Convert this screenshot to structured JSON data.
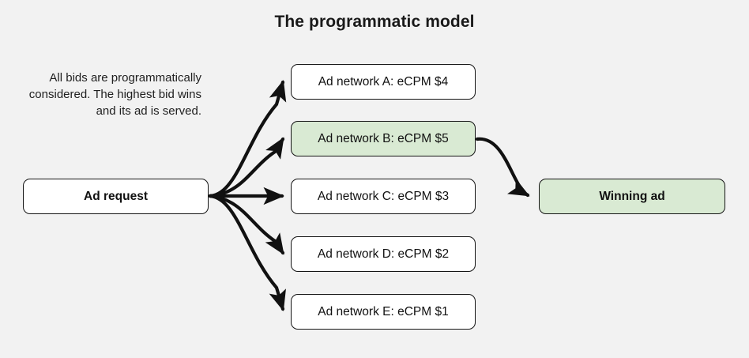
{
  "diagram": {
    "title": "The programmatic model",
    "background_color": "#f2f2f2",
    "caption": "All bids are programmatically considered. The highest bid wins and its ad is served.",
    "colors": {
      "node_fill": "#ffffff",
      "highlight_fill": "#d9ead3",
      "stroke": "#151515",
      "text": "#111111"
    },
    "nodes": {
      "ad_request": {
        "label": "Ad request",
        "fill": "#ffffff",
        "bold": true
      },
      "network_a": {
        "label": "Ad network A: eCPM $4",
        "fill": "#ffffff",
        "bold": false,
        "ecpm": 4
      },
      "network_b": {
        "label": "Ad network B: eCPM $5",
        "fill": "#d9ead3",
        "bold": false,
        "ecpm": 5
      },
      "network_c": {
        "label": "Ad network C: eCPM $3",
        "fill": "#ffffff",
        "bold": false,
        "ecpm": 3
      },
      "network_d": {
        "label": "Ad network D: eCPM $2",
        "fill": "#ffffff",
        "bold": false,
        "ecpm": 2
      },
      "network_e": {
        "label": "Ad network E: eCPM $1",
        "fill": "#ffffff",
        "bold": false,
        "ecpm": 1
      },
      "winning_ad": {
        "label": "Winning ad",
        "fill": "#d9ead3",
        "bold": true
      }
    },
    "edges": [
      {
        "from": "ad_request",
        "to": "network_a",
        "style": "curved-arrow"
      },
      {
        "from": "ad_request",
        "to": "network_b",
        "style": "curved-arrow"
      },
      {
        "from": "ad_request",
        "to": "network_c",
        "style": "straight-arrow"
      },
      {
        "from": "ad_request",
        "to": "network_d",
        "style": "curved-arrow"
      },
      {
        "from": "ad_request",
        "to": "network_e",
        "style": "curved-arrow"
      },
      {
        "from": "network_b",
        "to": "winning_ad",
        "style": "curved-arrow"
      }
    ]
  }
}
